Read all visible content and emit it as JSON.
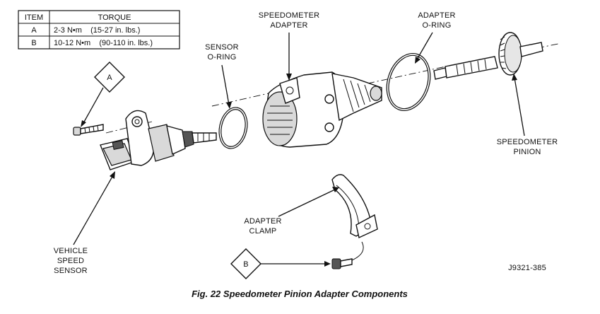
{
  "table": {
    "headers": [
      "ITEM",
      "TORQUE"
    ],
    "rows": [
      {
        "item": "A",
        "torque": "2-3 N•m    (15-27 in. lbs.)"
      },
      {
        "item": "B",
        "torque": "10-12 N•m    (90-110 in. lbs.)"
      }
    ]
  },
  "callouts": {
    "a": "A",
    "b": "B"
  },
  "labels": {
    "speedometer_adapter": [
      "SPEEDOMETER",
      "ADAPTER"
    ],
    "adapter_oring": [
      "ADAPTER",
      "O-RING"
    ],
    "sensor_oring": [
      "SENSOR",
      "O-RING"
    ],
    "speedometer_pinion": [
      "SPEEDOMETER",
      "PINION"
    ],
    "adapter_clamp": [
      "ADAPTER",
      "CLAMP"
    ],
    "vehicle_speed_sensor": [
      "VEHICLE",
      "SPEED",
      "SENSOR"
    ]
  },
  "figure_id": "J9321-385",
  "caption": "Fig. 22 Speedometer Pinion Adapter Components"
}
